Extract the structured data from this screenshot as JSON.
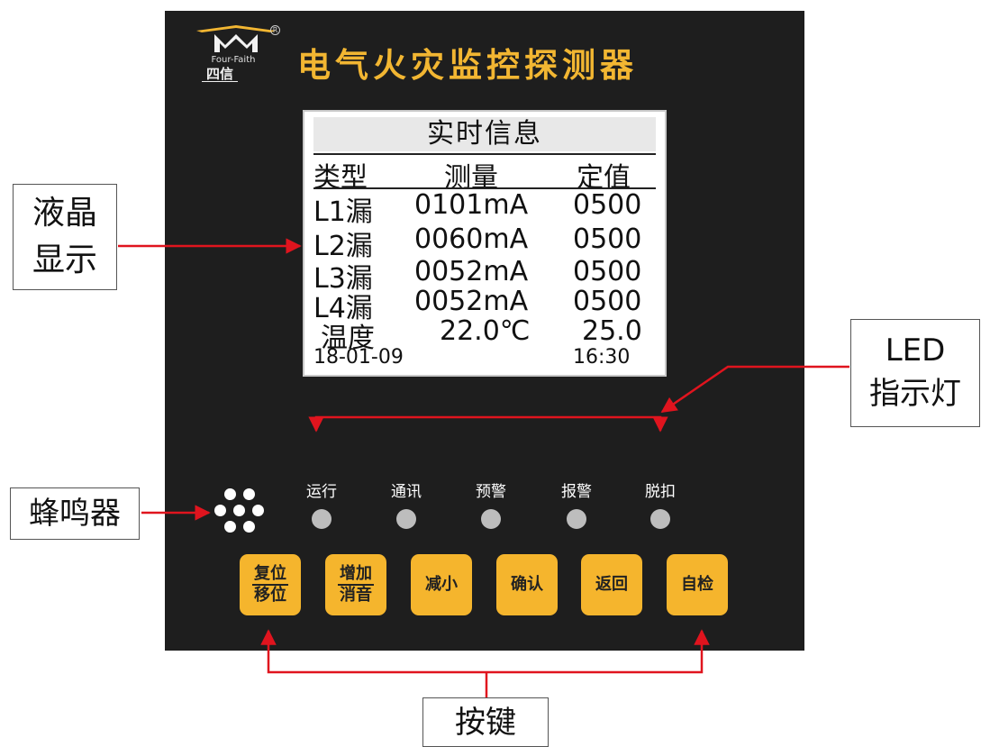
{
  "device": {
    "brand_en": "Four-Faith",
    "brand_cn": "四信",
    "title": "电气火灾监控探测器"
  },
  "lcd": {
    "header": "实时信息",
    "columns": [
      "类型",
      "测量",
      "定值"
    ],
    "rows": [
      {
        "type": "L1漏",
        "measure": "0101mA",
        "setpoint": "0500"
      },
      {
        "type": "L2漏",
        "measure": "0060mA",
        "setpoint": "0500"
      },
      {
        "type": "L3漏",
        "measure": "0052mA",
        "setpoint": "0500"
      },
      {
        "type": "L4漏",
        "measure": "0052mA",
        "setpoint": "0500"
      },
      {
        "type": "温度",
        "measure": "22.0℃",
        "setpoint": "25.0"
      }
    ],
    "date": "18-01-09",
    "time": "16:30"
  },
  "leds": [
    {
      "label": "运行"
    },
    {
      "label": "通讯"
    },
    {
      "label": "预警"
    },
    {
      "label": "报警"
    },
    {
      "label": "脱扣"
    }
  ],
  "keys": [
    {
      "top": "复位",
      "bottom": "移位"
    },
    {
      "top": "增加",
      "bottom": "消音"
    },
    {
      "label": "减小"
    },
    {
      "label": "确认"
    },
    {
      "label": "返回"
    },
    {
      "label": "自检"
    }
  ],
  "callouts": {
    "lcd_line1": "液晶",
    "lcd_line2": "显示",
    "led_line1": "LED",
    "led_line2": "指示灯",
    "buzzer": "蜂鸣器",
    "keys": "按键"
  },
  "colors": {
    "panel": "#1e1e1e",
    "accent": "#f2b632",
    "key": "#f5b52d",
    "arrow": "#e0141e",
    "led_off": "#bdbdbd"
  }
}
